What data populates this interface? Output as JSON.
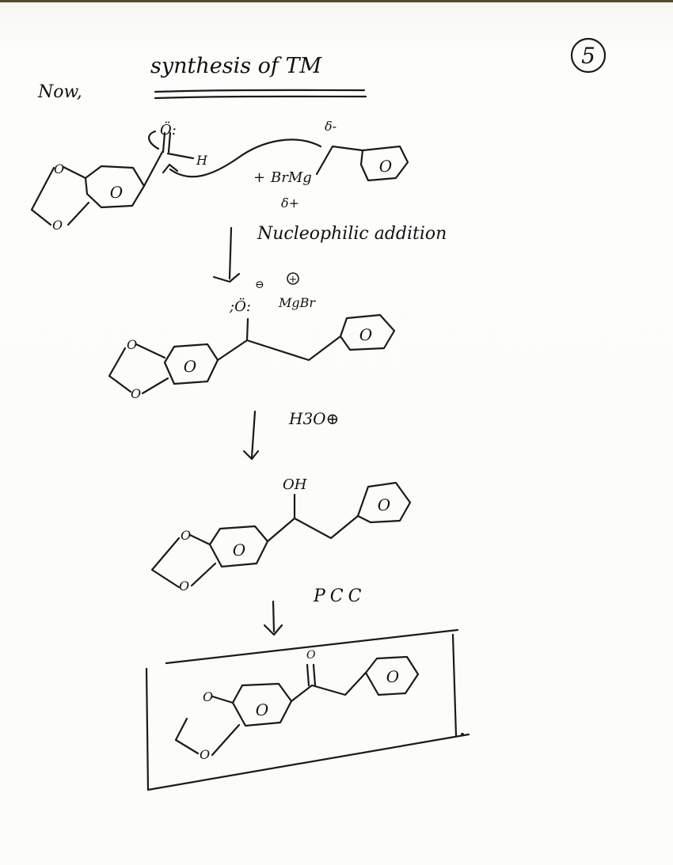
{
  "page_number": "5",
  "intro_word": "Now,",
  "heading": "synthesis of TM",
  "charges": {
    "delta_minus": "δ-",
    "delta_plus": "δ+",
    "minus": "⊖",
    "plus": "+"
  },
  "labels": {
    "oxygen": "O",
    "hydrogen": "H",
    "carbonyl_oxygen": "Ö:",
    "alkoxide": ";Ö:",
    "hydroxyl": "OH",
    "plus_sign": "+",
    "grignard_reagent": "BrMg",
    "magnesium_bromide": "MgBr",
    "ring_center": "O"
  },
  "steps": [
    {
      "label": "Nucleophilic addition"
    },
    {
      "label": "H3O⊕"
    },
    {
      "label": "PCC"
    }
  ],
  "colors": {
    "ink": "#1a1a1a",
    "paper": "#fdfdfb"
  }
}
